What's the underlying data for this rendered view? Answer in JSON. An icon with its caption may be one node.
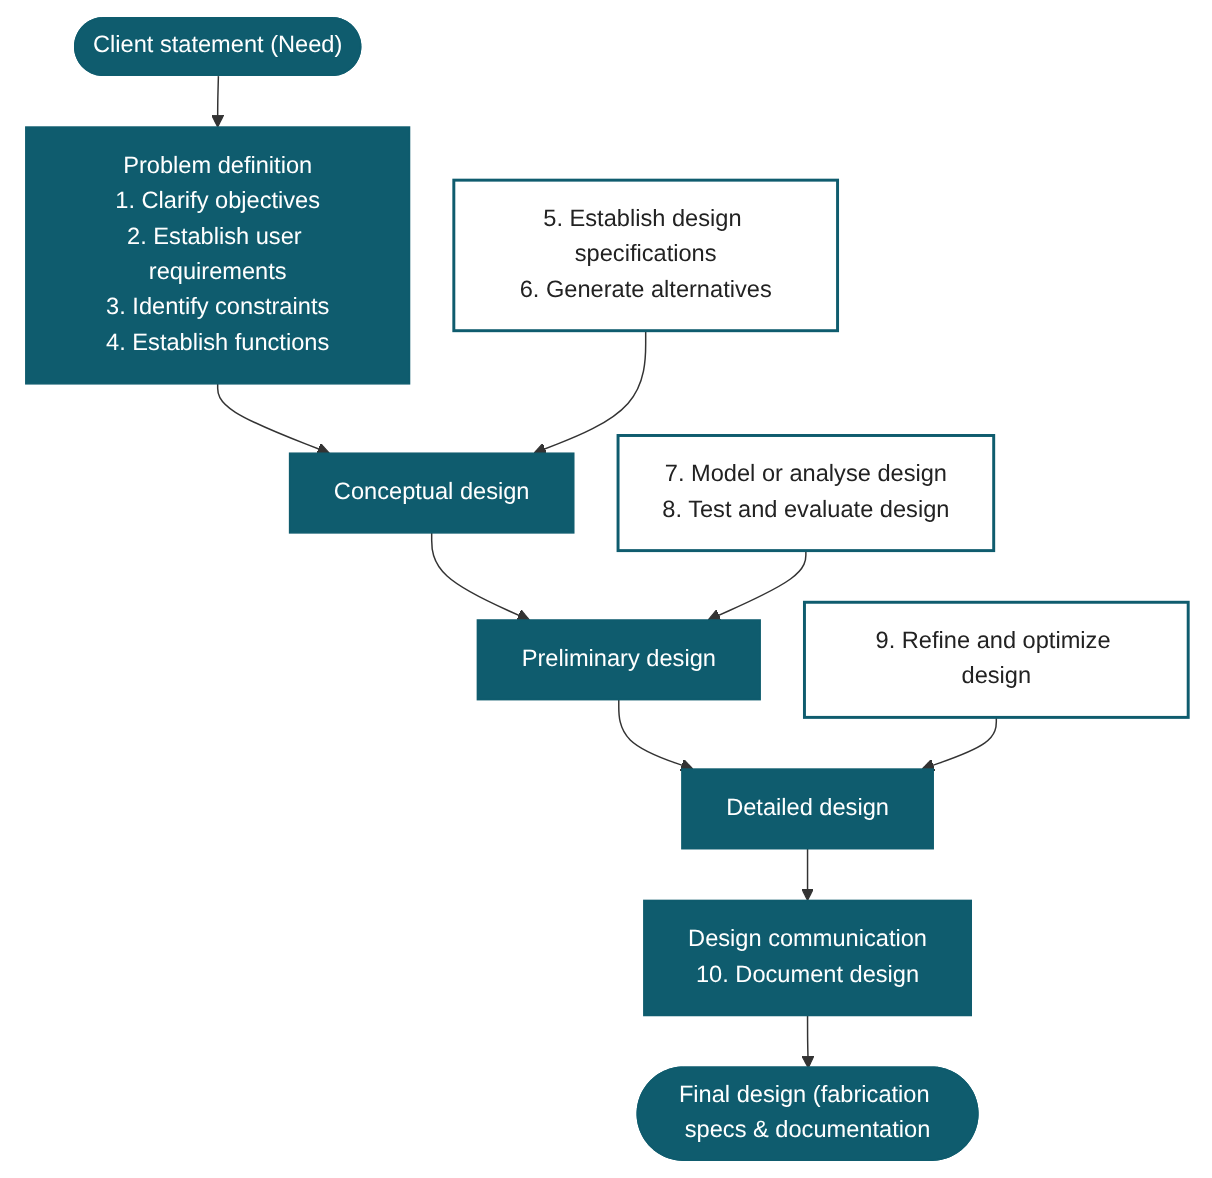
{
  "diagram": {
    "nodes": [
      {
        "text": [
          "Client statement (Need)"
        ]
      },
      {
        "text": [
          "Problem definition",
          "1. Clarify objectives",
          "2. Establish user requirements",
          "3. Identify constraints",
          "4. Establish functions"
        ]
      },
      {
        "text": [
          "5. Establish design specifications",
          "6. Generate alternatives"
        ]
      },
      {
        "text": [
          "Conceptual design"
        ]
      },
      {
        "text": [
          "7. Model or analyse design",
          "8. Test and evaluate design"
        ]
      },
      {
        "text": [
          "Preliminary design"
        ]
      },
      {
        "text": [
          "9. Refine and optimize design"
        ]
      },
      {
        "text": [
          "Detailed design"
        ]
      },
      {
        "text": [
          "Final design (fabrication specs & documentation"
        ]
      },
      {
        "text": [
          "Design communication",
          "10. Document design"
        ]
      }
    ],
    "edges": [
      {
        "from": 0,
        "to": 1,
        "arrow": "to"
      },
      {
        "from": 1,
        "to": 3,
        "arrow": "to"
      },
      {
        "from": 2,
        "to": 3,
        "arrow": "to"
      },
      {
        "from": 3,
        "to": 5,
        "arrow": "to"
      },
      {
        "from": 4,
        "to": 5,
        "arrow": "to"
      },
      {
        "from": 5,
        "to": 7,
        "arrow": "to"
      },
      {
        "from": 6,
        "to": 7,
        "arrow": "to"
      },
      {
        "from": 7,
        "to": 9,
        "arrow": "to"
      },
      {
        "from": 9,
        "to": 8,
        "arrow": "to"
      }
    ]
  }
}
